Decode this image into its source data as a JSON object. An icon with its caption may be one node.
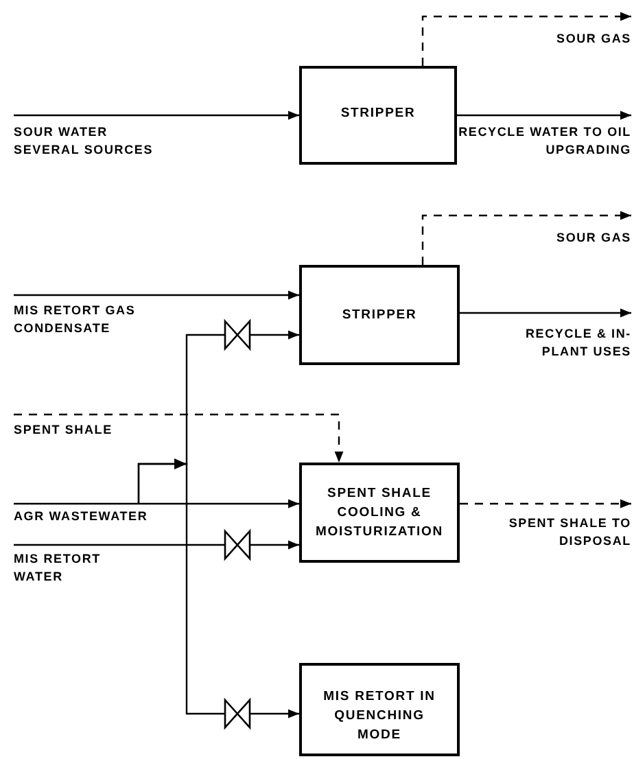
{
  "diagram": {
    "nodes": [
      {
        "text": [
          "SOUR WATER SEVERAL SOURCES"
        ]
      },
      {
        "text": [
          "STRIPPER"
        ]
      },
      {
        "text": [
          "SOUR GAS"
        ]
      },
      {
        "text": [
          "RECYCLE WATER TO OIL UPGRADING"
        ]
      },
      {
        "text": [
          "MIS RETORT GAS CONDENSATE"
        ]
      },
      {
        "text": [
          "STRIPPER"
        ]
      },
      {
        "text": [
          "SOUR GAS"
        ]
      },
      {
        "text": [
          "RECYCLE & IN-PLANT USES"
        ]
      },
      {
        "text": [
          "SPENT SHALE"
        ]
      },
      {
        "text": [
          "AGR WASTEWATER"
        ]
      },
      {
        "text": [
          "MIS RETORT WATER"
        ]
      },
      {
        "text": [
          "SPENT SHALE COOLING & MOISTURIZATION"
        ]
      },
      {
        "text": [
          "SPENT SHALE TO DISPOSAL"
        ]
      },
      {
        "text": [
          "MIS RETORT IN QUENCHING MODE"
        ]
      }
    ],
    "edges": [
      {
        "from": 0,
        "to": 1,
        "arrow": "to"
      },
      {
        "from": 1,
        "to": 2,
        "arrow": "to",
        "style": "dashed"
      },
      {
        "from": 1,
        "to": 3,
        "arrow": "to"
      },
      {
        "from": 4,
        "to": 5,
        "arrow": "to"
      },
      {
        "from": 5,
        "to": 6,
        "arrow": "to",
        "style": "dashed"
      },
      {
        "from": 5,
        "to": 7,
        "arrow": "to"
      },
      {
        "from": 8,
        "to": 11,
        "arrow": "to",
        "style": "dashed"
      },
      {
        "from": 9,
        "to": 11,
        "arrow": "to"
      },
      {
        "from": 9,
        "to": 5,
        "arrow": "to"
      },
      {
        "from": 9,
        "to": 13,
        "arrow": "to"
      },
      {
        "from": 10,
        "to": 11,
        "arrow": "to"
      },
      {
        "from": 11,
        "to": 12,
        "arrow": "to",
        "style": "dashed"
      }
    ]
  }
}
